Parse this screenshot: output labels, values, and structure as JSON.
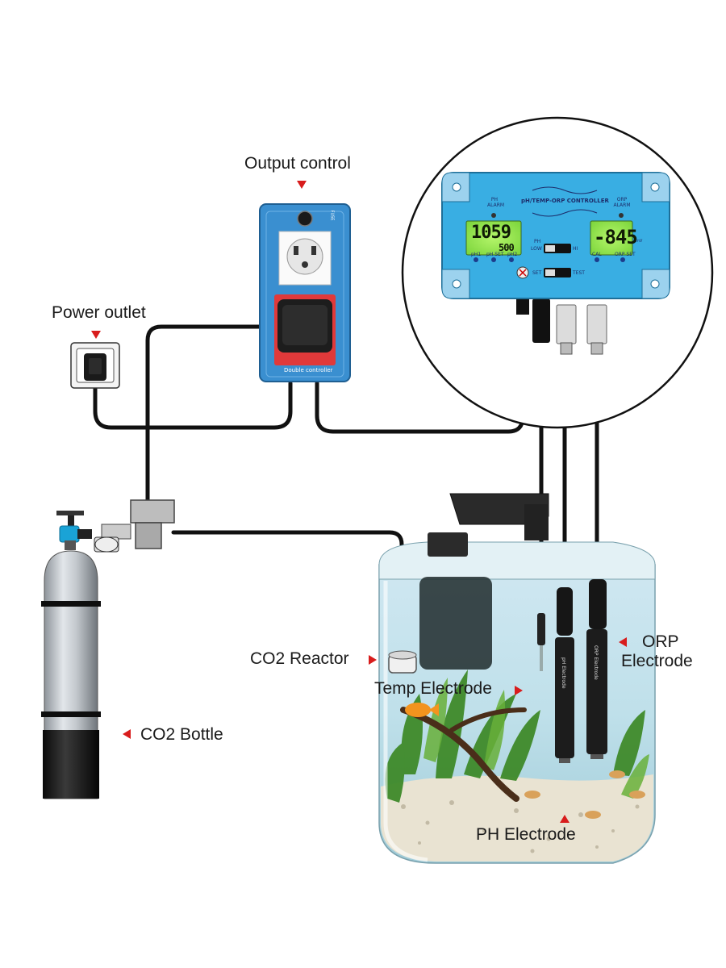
{
  "labels": {
    "output_control": "Output control",
    "power_outlet": "Power outlet",
    "co2_reactor": "CO2 Reactor",
    "temp_electrode": "Temp Electrode",
    "co2_bottle": "CO2 Bottle",
    "orp_electrode_line1": "ORP",
    "orp_electrode_line2": "Electrode",
    "ph_electrode": "PH Electrode"
  },
  "switch_box": {
    "footer_text": "Double controller",
    "knob_text": "FUSE"
  },
  "controller": {
    "title": "pH/TEMP-ORP CONTROLLER",
    "ph_alarm": "PH ALARM",
    "orp_alarm": "ORP ALARM",
    "lcd_ph_main": "1059",
    "lcd_ph_sub": "500",
    "lcd_orp": "-845",
    "lcd_orp_unit": "mV",
    "btn_ph1": "pH1",
    "btn_ph_set": "pH SET",
    "btn_ph2": "pH2",
    "switch_low": "LOW",
    "switch_ph": "PH",
    "switch_hi": "HI",
    "switch_set": "SET",
    "switch_test": "TEST",
    "btn_cal": "CAL",
    "btn_orp_set": "ORP SET"
  },
  "electrodes": {
    "ph_text": "pH Electrode",
    "orp_text": "ORP Electrode"
  },
  "colors": {
    "arrow": "#d81c1c",
    "controller_blue": "#39aee3",
    "switch_blue": "#3a8fd0",
    "lcd_green": "#8fe64b"
  }
}
